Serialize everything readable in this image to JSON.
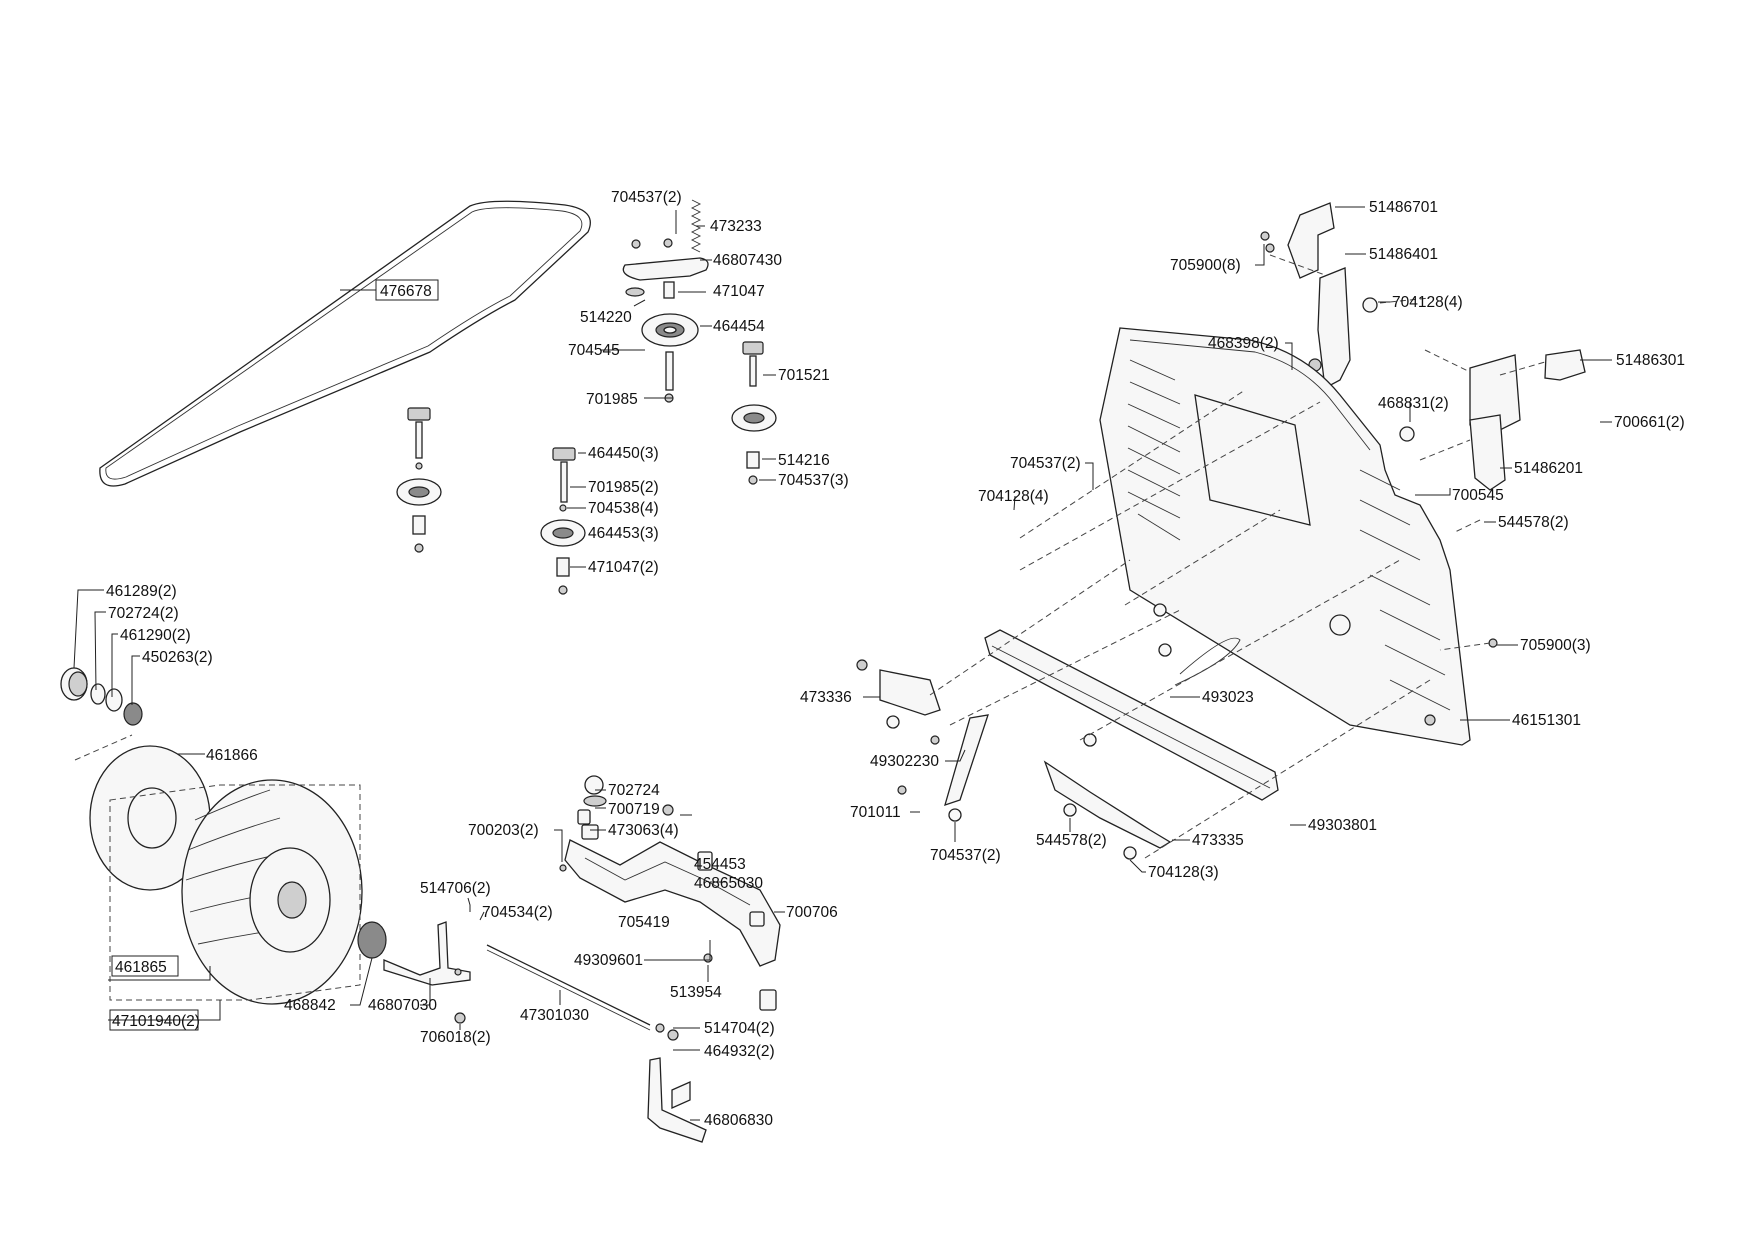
{
  "colors": {
    "ink": "#222222",
    "background": "#ffffff",
    "part_fill": "#f7f7f7",
    "shade": "#cfcfcf"
  },
  "labels": {
    "p476678": "476678",
    "p704537_2_top": "704537(2)",
    "p473233": "473233",
    "p46807430": "46807430",
    "p471047": "471047",
    "p514220": "514220",
    "p464454": "464454",
    "p704545": "704545",
    "p701521": "701521",
    "p701985": "701985",
    "p464450_3": "464450(3)",
    "p514216": "514216",
    "p701985_2": "701985(2)",
    "p704537_3": "704537(3)",
    "p704538_4": "704538(4)",
    "p464453_3": "464453(3)",
    "p471047_2": "471047(2)",
    "p461289_2": "461289(2)",
    "p702724_2": "702724(2)",
    "p461290_2": "461290(2)",
    "p450263_2": "450263(2)",
    "p461866": "461866",
    "p461865": "461865",
    "p47101940_2": "47101940(2)",
    "p468842": "468842",
    "p46807030": "46807030",
    "p706018_2": "706018(2)",
    "p514706_2": "514706(2)",
    "p704534_2": "704534(2)",
    "p702724": "702724",
    "p700719": "700719",
    "p700203_2": "700203(2)",
    "p473063_4": "473063(4)",
    "p454453": "454453",
    "p46865030": "46865030",
    "p700706": "700706",
    "p705419": "705419",
    "p49309601": "49309601",
    "p513954": "513954",
    "p47301030": "47301030",
    "p514704_2": "514704(2)",
    "p464932_2": "464932(2)",
    "p46806830": "46806830",
    "p51486701": "51486701",
    "p705900_8": "705900(8)",
    "p51486401": "51486401",
    "p704128_4_top": "704128(4)",
    "p468398_2": "468398(2)",
    "p51486301": "51486301",
    "p468831_2": "468831(2)",
    "p700661_2": "700661(2)",
    "p704537_2_mid": "704537(2)",
    "p51486201": "51486201",
    "p704128_4_left": "704128(4)",
    "p700545": "700545",
    "p544578_2_right": "544578(2)",
    "p705900_3": "705900(3)",
    "p473336": "473336",
    "p493023": "493023",
    "p46151301": "46151301",
    "p49302230": "49302230",
    "p701011": "701011",
    "p704537_2_bot": "704537(2)",
    "p544578_2_bot": "544578(2)",
    "p473335": "473335",
    "p49303801": "49303801",
    "p704128_3": "704128(3)"
  }
}
